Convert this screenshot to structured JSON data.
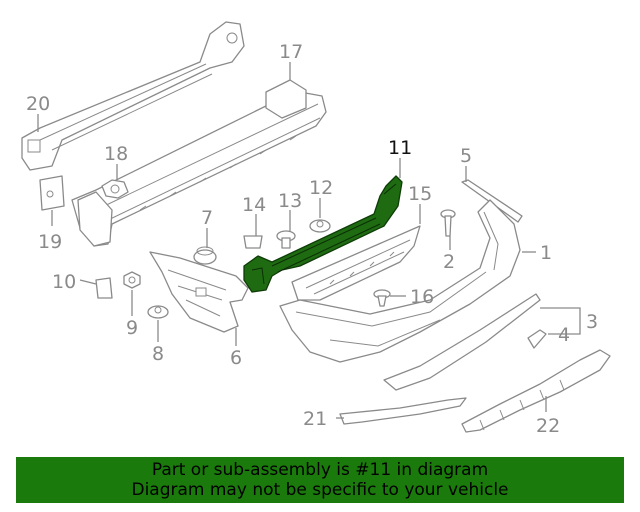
{
  "callouts": {
    "c1": "1",
    "c2": "2",
    "c3": "3",
    "c4": "4",
    "c5": "5",
    "c6": "6",
    "c7": "7",
    "c8": "8",
    "c9": "9",
    "c10": "10",
    "c11": "11",
    "c12": "12",
    "c13": "13",
    "c14": "14",
    "c15": "15",
    "c16": "16",
    "c17": "17",
    "c18": "18",
    "c19": "19",
    "c20": "20",
    "c21": "21",
    "c22": "22"
  },
  "highlighted_part": "11",
  "colors": {
    "highlight": "#1f6b12",
    "banner": "#1b7a0c",
    "line": "#8a8a8a"
  },
  "banner": {
    "line1": "Part or sub-assembly is #11 in diagram",
    "line2": "Diagram may not be specific to your vehicle"
  }
}
